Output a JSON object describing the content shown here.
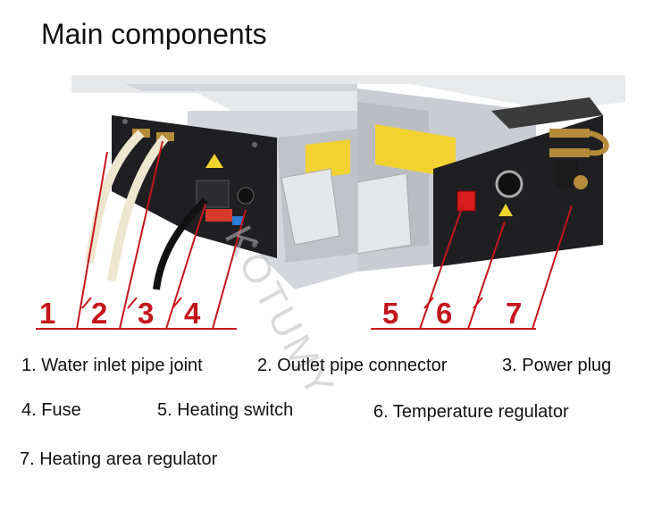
{
  "title": "Main components",
  "watermark": "KOTUMY",
  "callouts": [
    "1",
    "2",
    "3",
    "4",
    "5",
    "6",
    "7"
  ],
  "captions": {
    "c1": "1. Water inlet pipe joint",
    "c2": "2. Outlet pipe connector",
    "c3": "3. Power plug",
    "c4": "4. Fuse",
    "c5": "5. Heating switch",
    "c6": "6. Temperature regulator",
    "c7": "7. Heating area regulator"
  },
  "colors": {
    "accent": "#c4161c",
    "panel_black": "#1f1f22",
    "housing_silver": "#c9ccd1",
    "warning_yellow": "#f2d230",
    "switch_red": "#d81e1e"
  }
}
